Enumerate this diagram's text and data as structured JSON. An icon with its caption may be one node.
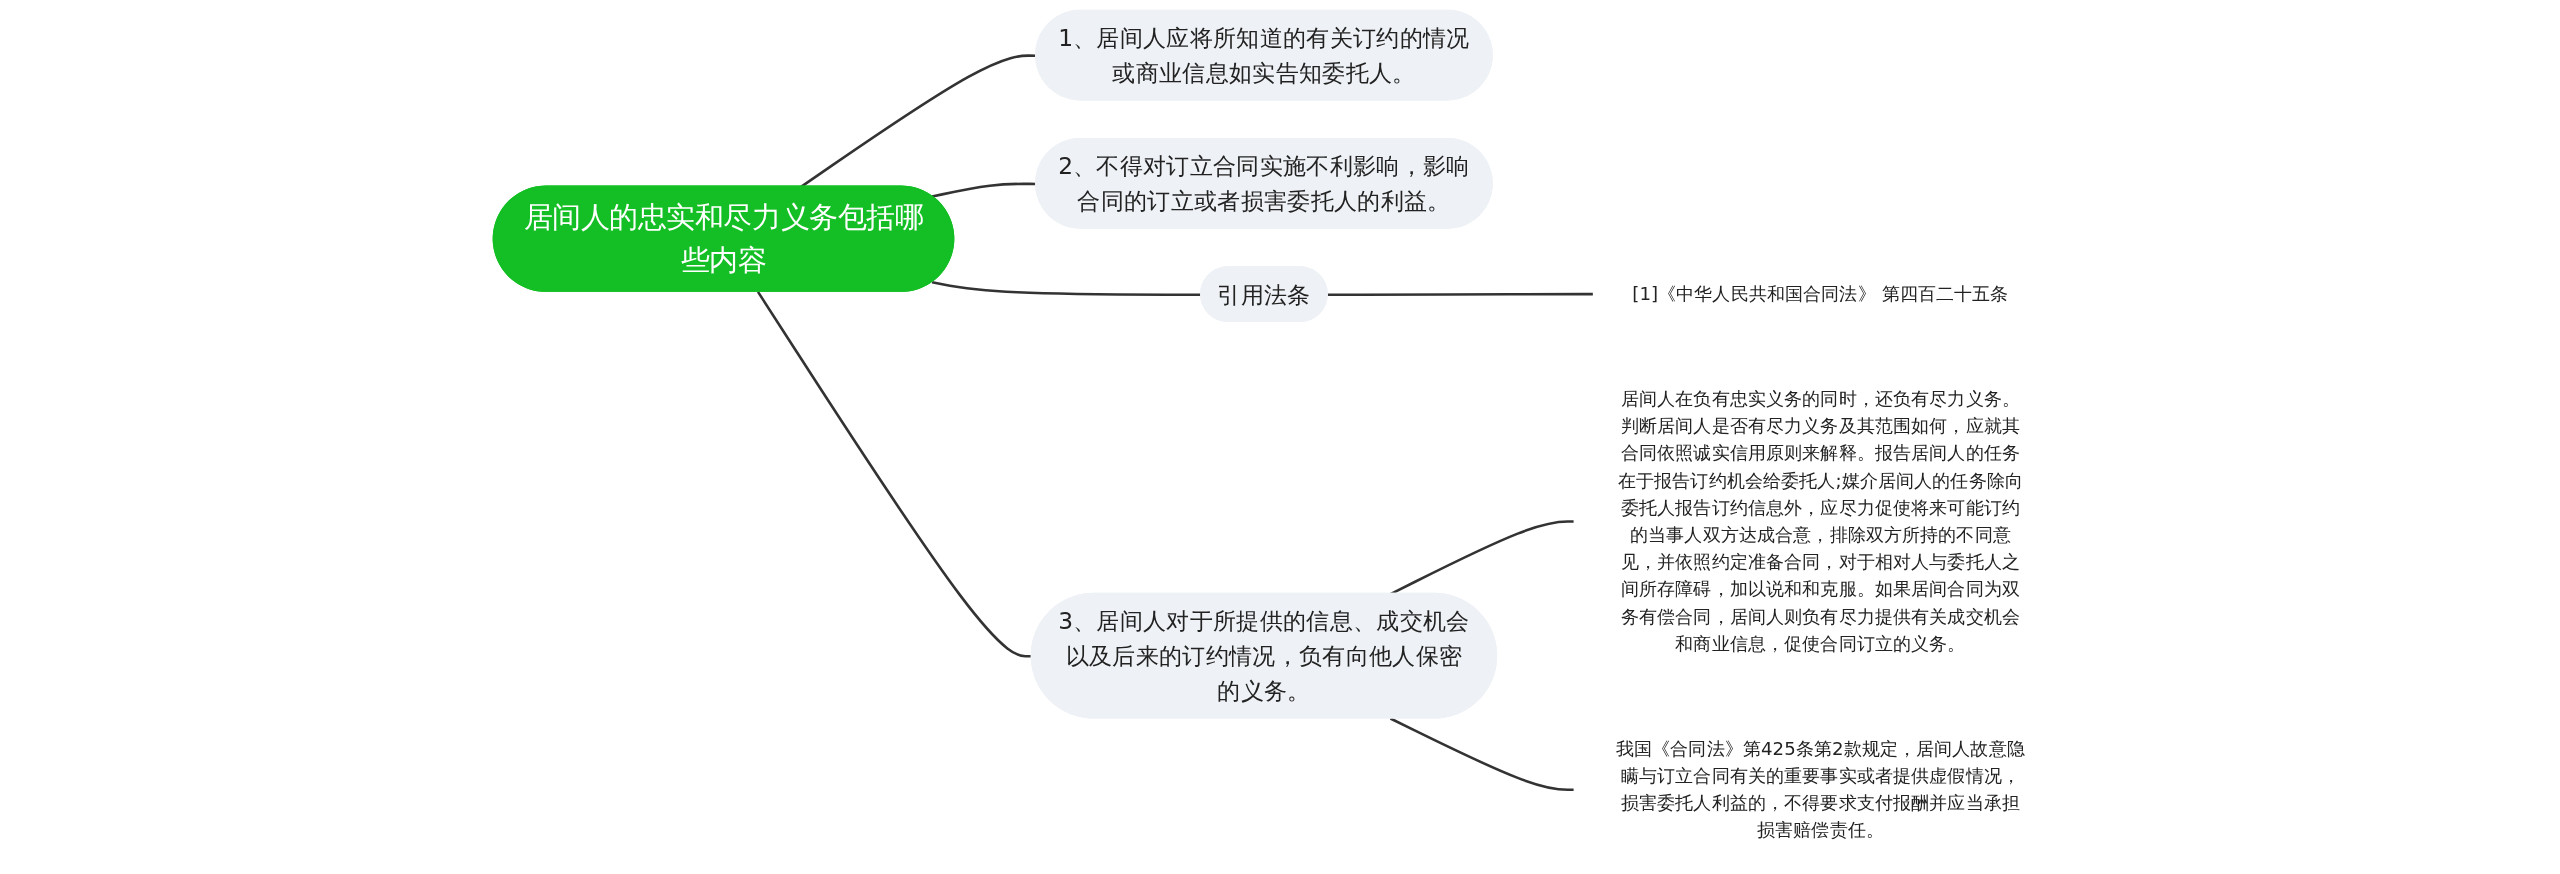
{
  "diagram": {
    "nodes": [
      {
        "text": [
          "居间人的忠实和尽力义务包括哪些内容"
        ]
      },
      {
        "text": [
          "1、居间人应将所知道的有关订约的情况或商业信息如实告知委托人。"
        ]
      },
      {
        "text": [
          "2、不得对订立合同实施不利影响，影响合同的订立或者损害委托人的利益。"
        ]
      },
      {
        "text": [
          "引用法条"
        ]
      },
      {
        "text": [
          "[1]《中华人民共和国合同法》 第四百二十五条"
        ]
      },
      {
        "text": [
          "3、居间人对于所提供的信息、成交机会以及后来的订约情况，负有向他人保密的义务。"
        ]
      },
      {
        "text": [
          "居间人在负有忠实义务的同时，还负有尽力义务。判断居间人是否有尽力义务及其范围如何，应就其合同依照诚实信用原则来解释。报告居间人的任务在于报告订约机会给委托人;媒介居间人的任务除向委托人报告订约信息外，应尽力促使将来可能订约的当事人双方达成合意，排除双方所持的不同意见，并依照约定准备合同，对于相对人与委托人之间所存障碍，加以说和和克服。如果居间合同为双务有偿合同，居间人则负有尽力提供有关成交机会和商业信息，促使合同订立的义务。"
        ]
      },
      {
        "text": [
          "我国《合同法》第425条第2款规定，居间人故意隐瞒与订立合同有关的重要事实或者提供虚假情况，损害委托人利益的，不得要求支付报酬并应当承担损害赔偿责任。"
        ]
      }
    ],
    "edges": [
      {
        "from": 0,
        "to": 1,
        "arrow": "none"
      },
      {
        "from": 0,
        "to": 2,
        "arrow": "none"
      },
      {
        "from": 0,
        "to": 3,
        "arrow": "none"
      },
      {
        "from": 3,
        "to": 4,
        "arrow": "none"
      },
      {
        "from": 0,
        "to": 5,
        "arrow": "none"
      },
      {
        "from": 5,
        "to": 6,
        "arrow": "none"
      },
      {
        "from": 5,
        "to": 7,
        "arrow": "none"
      }
    ]
  }
}
